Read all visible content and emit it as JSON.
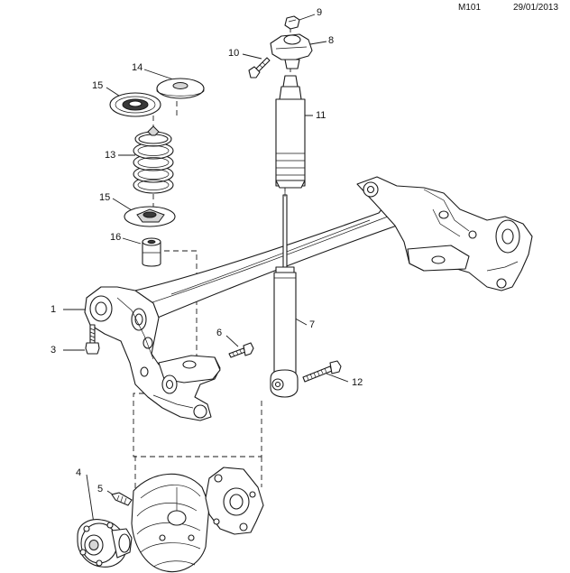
{
  "header": {
    "code": "M101",
    "date": "29/01/2013"
  },
  "callouts": [
    {
      "id": "c1",
      "label": "1"
    },
    {
      "id": "c3",
      "label": "3"
    },
    {
      "id": "c4",
      "label": "4"
    },
    {
      "id": "c5",
      "label": "5"
    },
    {
      "id": "c6",
      "label": "6"
    },
    {
      "id": "c7",
      "label": "7"
    },
    {
      "id": "c8",
      "label": "8"
    },
    {
      "id": "c9",
      "label": "9"
    },
    {
      "id": "c10",
      "label": "10"
    },
    {
      "id": "c11",
      "label": "11"
    },
    {
      "id": "c12",
      "label": "12"
    },
    {
      "id": "c13",
      "label": "13"
    },
    {
      "id": "c14",
      "label": "14"
    },
    {
      "id": "c15a",
      "label": "15"
    },
    {
      "id": "c15b",
      "label": "15"
    },
    {
      "id": "c16",
      "label": "16"
    }
  ]
}
